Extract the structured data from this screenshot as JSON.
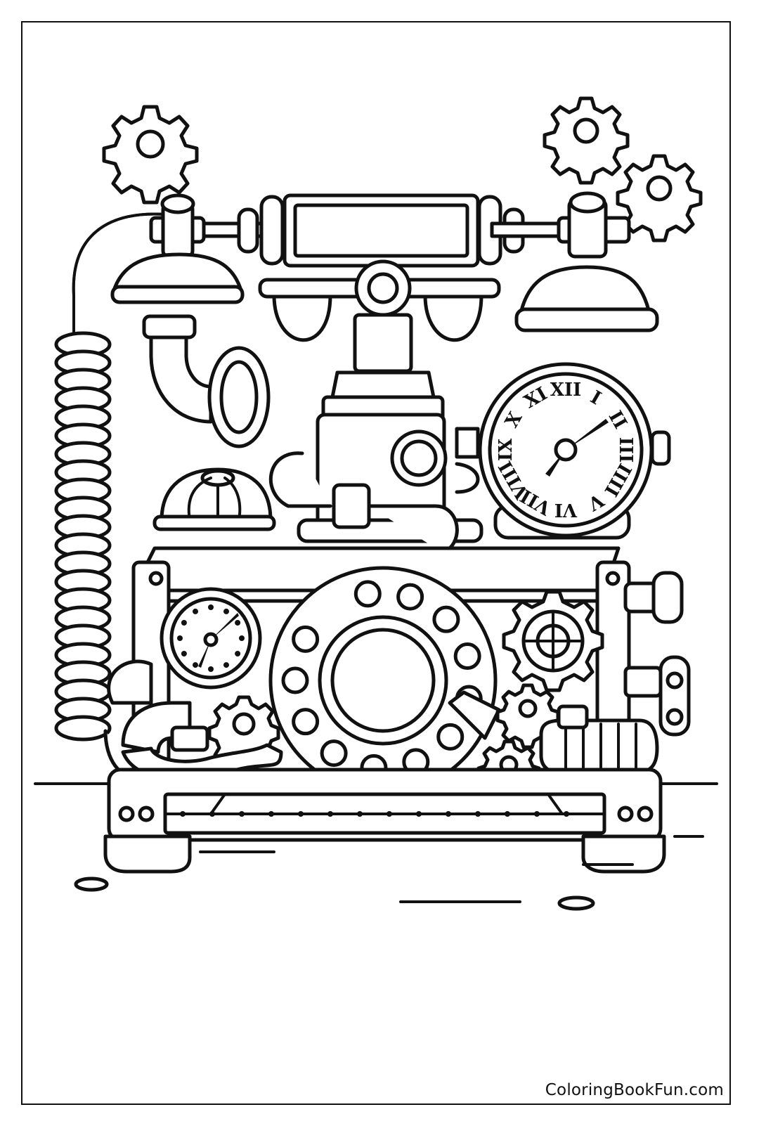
{
  "watermark": "ColoringBookFun.com",
  "clock": {
    "numerals": [
      "XII",
      "I",
      "II",
      "III",
      "IIII",
      "V",
      "VI",
      "VII",
      "VIII",
      "IX",
      "X",
      "XI"
    ]
  }
}
